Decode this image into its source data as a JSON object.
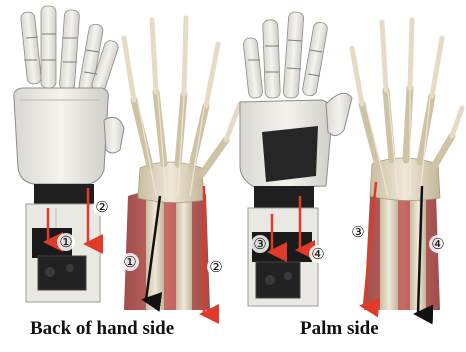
{
  "captions": {
    "back": "Back of hand side",
    "palm": "Palm side"
  },
  "markers": {
    "m1": "①",
    "m2": "②",
    "m3": "③",
    "m4": "④"
  },
  "colors": {
    "arrow_red": "#e03a2a",
    "arrow_black": "#111111",
    "robot_white": "#ecebe6",
    "robot_dark": "#1c1c1c",
    "bone": "#ddd3bd",
    "muscle": "#a83a36"
  }
}
